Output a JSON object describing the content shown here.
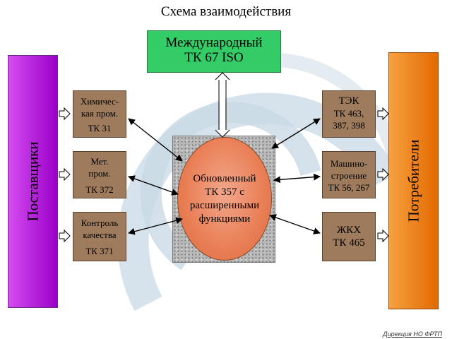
{
  "title": "Схема взаимодействия",
  "iso": {
    "line1": "Международный",
    "line2": "ТК 67 ISO"
  },
  "suppliers_label": "Поставщики",
  "consumers_label": "Потребители",
  "left_boxes": [
    {
      "line1": "Химичес-",
      "line2": "кая пром.",
      "line3": "ТК 31"
    },
    {
      "line1": "Мет.",
      "line2": "пром.",
      "line3": "ТК 372"
    },
    {
      "line1": "Контроль",
      "line2": "качества",
      "line3": "ТК 371"
    }
  ],
  "right_boxes": [
    {
      "line1": "ТЭК",
      "line2": "ТК 463,",
      "line3": "387, 398"
    },
    {
      "line1": "Машино-",
      "line2": "строение",
      "line3": "ТК 56, 267"
    },
    {
      "line1": "ЖКХ",
      "line2": "ТК 465",
      "line3": ""
    }
  ],
  "center": {
    "line1": "Обновленный",
    "line2": "ТК 357 с",
    "line3": "расширенными",
    "line4": "функциями"
  },
  "credit": "Дирекция НО ФРТП",
  "colors": {
    "iso": "#33cc66",
    "suppliers": "#b026e0",
    "consumers": "#f28a1e",
    "box": "#9e7b5d",
    "center": "#e97e55",
    "background_logo": "#c9d9e6"
  }
}
